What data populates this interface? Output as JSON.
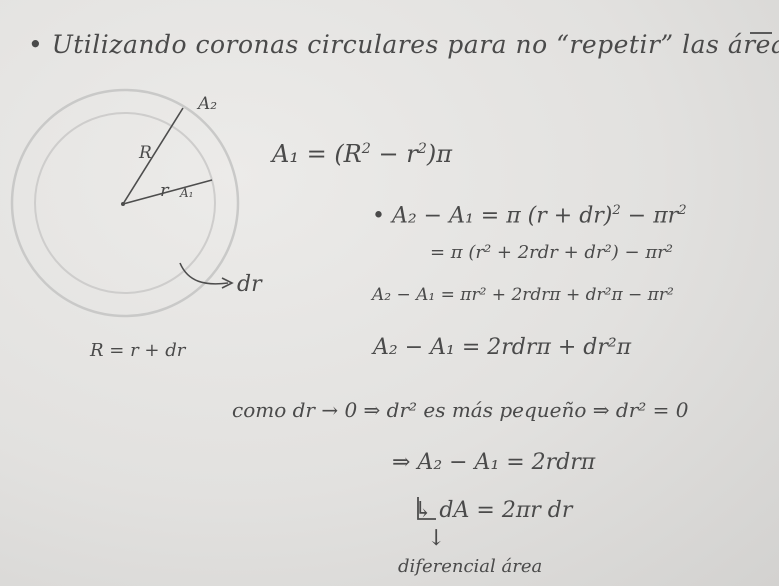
{
  "heading": "• Utilizando coronas circulares para no “repetir” las áreas",
  "diagram": {
    "label_a2": "A₂",
    "label_R": "R",
    "label_r": "r",
    "label_a1": "A₁",
    "label_dr": "dr",
    "relation": "R = r + dr"
  },
  "equations": {
    "a1_prefix": "A₁ = (R",
    "a1_mid": " − r",
    "a1_suffix": ")π",
    "sq": "2",
    "diff_line1_a": "•  A₂ − A₁ = π (r + dr)",
    "diff_line1_b": " − πr",
    "diff_line2": "= π (r² + 2rdr + dr²) − πr²",
    "diff_line3": "A₂ − A₁ = πr² + 2rdrπ + dr²π − πr²",
    "diff_line4": "A₂ − A₁ = 2rdrπ + dr²π",
    "limit_note": "como dr → 0  ⇒  dr² es más pequeño ⇒ dr² = 0",
    "result": "⇒ A₂ − A₁ = 2rdrπ",
    "dA": "↳ dA = 2πr dr",
    "arrow_down": "↓",
    "caption": "diferencial área"
  },
  "colors": {
    "ink": "#4a4a4a",
    "paper": "#e8e7e5",
    "circle_line": "#c6c6c6"
  }
}
